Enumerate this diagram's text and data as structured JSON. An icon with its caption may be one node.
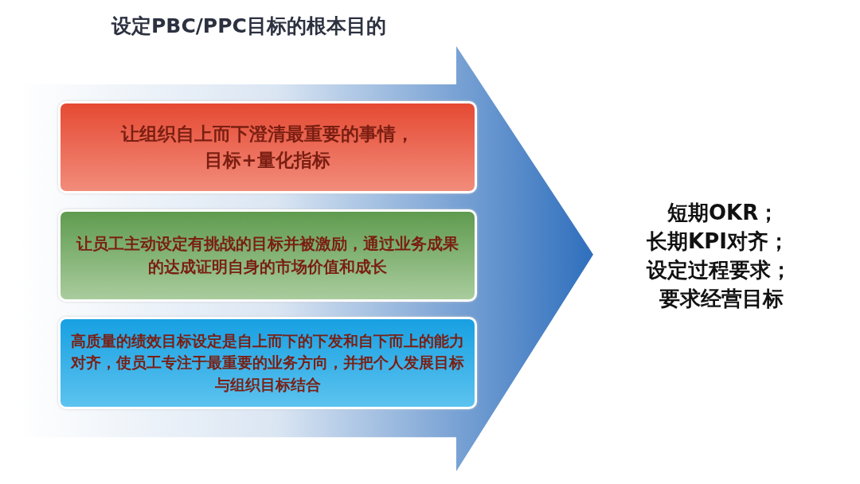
{
  "diagram": {
    "title": "设定PBC/PPC目标的根本目的",
    "nodes": [
      {
        "text": [],
        "shape": "arrow"
      },
      {
        "text": [
          "让组织自上而下澄清最重要的事情，目标+量化指标"
        ],
        "in": 0
      },
      {
        "text": [
          "让员工主动设定有挑战的目标并被激励，通过业务成果的达成证明自身的市场价值和成长"
        ],
        "in": 0
      },
      {
        "text": [
          "高质量的绩效目标设定是自上而下的下发和自下而上的能力对齐，使员工专注于最重要的业务方向，并把个人发展目标与组织目标结合"
        ],
        "in": 0
      }
    ],
    "labels": [
      "短期OKR；",
      "长期KPI对齐；",
      "设定过程要求；",
      "要求经营目标"
    ]
  }
}
